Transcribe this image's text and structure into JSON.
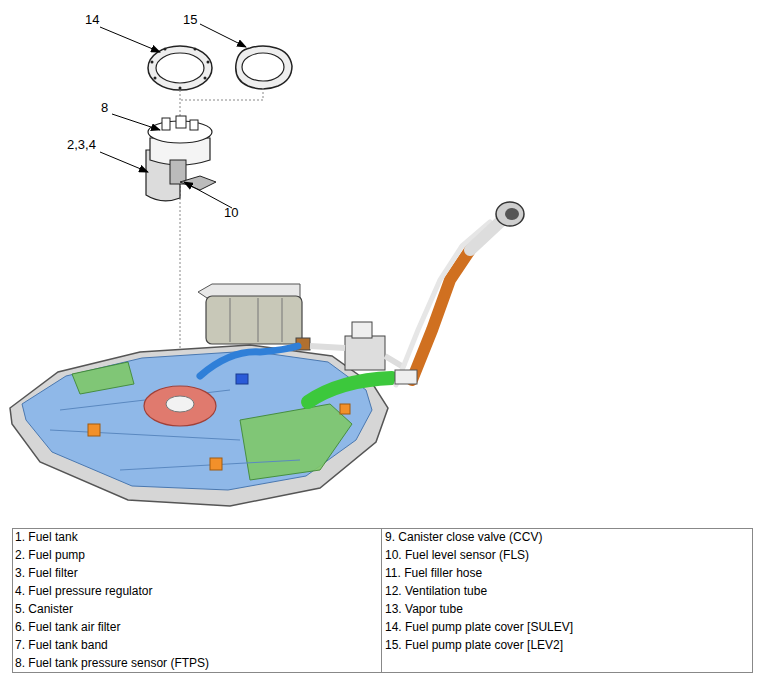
{
  "diagram": {
    "labels": [
      "14",
      "15",
      "8",
      "2,3,4",
      "10",
      "1. Fuel tank",
      "2. Fuel pump",
      "3. Fuel filter",
      "4. Fuel pressure regulator",
      "5. Canister",
      "6. Fuel tank air filter",
      "7. Fuel tank band",
      "8. Fuel tank pressure sensor (FTPS)",
      "9. Canister close valve (CCV)",
      "10. Fuel level sensor (FLS)",
      "11. Fuel filler hose",
      "12. Ventilation tube",
      "13. Vapor tube",
      "14. Fuel pump plate cover [SULEV]",
      "15. Fuel pump plate cover [LEV2]"
    ]
  }
}
